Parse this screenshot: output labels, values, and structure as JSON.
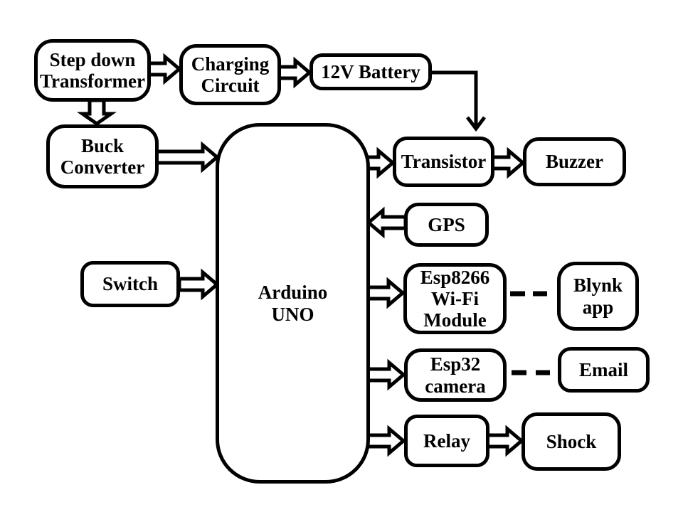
{
  "colors": {
    "stroke": "#000000",
    "node_fill": "#ffffff",
    "background": "#ffffff"
  },
  "nodes": {
    "step_down_transformer": {
      "label": "Step down\nTransformer"
    },
    "charging_circuit": {
      "label": "Charging\nCircuit"
    },
    "battery_12v": {
      "label": "12V Battery"
    },
    "buck_converter": {
      "label": "Buck\nConverter"
    },
    "arduino_uno": {
      "label": "Arduino\nUNO"
    },
    "transistor": {
      "label": "Transistor"
    },
    "buzzer": {
      "label": "Buzzer"
    },
    "gps": {
      "label": "GPS"
    },
    "switch": {
      "label": "Switch"
    },
    "esp8266_wifi_module": {
      "label": "Esp8266\nWi-Fi\nModule"
    },
    "blynk_app": {
      "label": "Blynk\napp"
    },
    "esp32_camera": {
      "label": "Esp32\ncamera"
    },
    "email": {
      "label": "Email"
    },
    "relay": {
      "label": "Relay"
    },
    "shock": {
      "label": "Shock"
    }
  },
  "connections": [
    {
      "from": "step_down_transformer",
      "to": "charging_circuit",
      "style": "block-arrow",
      "direction": "right"
    },
    {
      "from": "charging_circuit",
      "to": "battery_12v",
      "style": "block-arrow",
      "direction": "right"
    },
    {
      "from": "battery_12v",
      "to": "transistor",
      "style": "thin-arrow",
      "direction": "right-then-down"
    },
    {
      "from": "step_down_transformer",
      "to": "buck_converter",
      "style": "block-arrow",
      "direction": "down"
    },
    {
      "from": "buck_converter",
      "to": "arduino_uno",
      "style": "block-arrow",
      "direction": "right"
    },
    {
      "from": "switch",
      "to": "arduino_uno",
      "style": "block-arrow",
      "direction": "right"
    },
    {
      "from": "arduino_uno",
      "to": "transistor",
      "style": "block-arrow",
      "direction": "right"
    },
    {
      "from": "transistor",
      "to": "buzzer",
      "style": "block-arrow",
      "direction": "right"
    },
    {
      "from": "gps",
      "to": "arduino_uno",
      "style": "block-arrow",
      "direction": "left"
    },
    {
      "from": "arduino_uno",
      "to": "esp8266_wifi_module",
      "style": "block-arrow",
      "direction": "right"
    },
    {
      "from": "arduino_uno",
      "to": "esp32_camera",
      "style": "block-arrow",
      "direction": "right"
    },
    {
      "from": "arduino_uno",
      "to": "relay",
      "style": "block-arrow",
      "direction": "right"
    },
    {
      "from": "relay",
      "to": "shock",
      "style": "block-arrow",
      "direction": "right"
    },
    {
      "from": "esp8266_wifi_module",
      "to": "blynk_app",
      "style": "dashed"
    },
    {
      "from": "esp32_camera",
      "to": "email",
      "style": "dashed"
    }
  ]
}
